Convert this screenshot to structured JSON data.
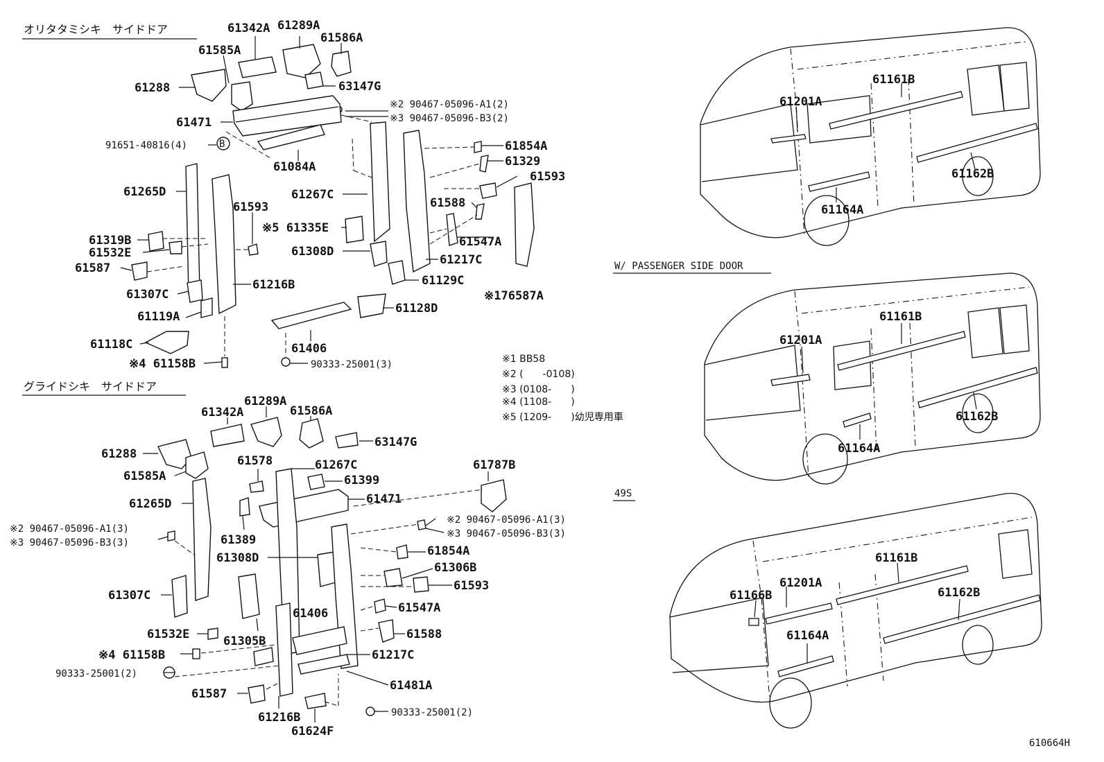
{
  "section_top_title": "オリタタミシキ　サイドドア",
  "section_bottom_title": "グライドシキ　サイドドア",
  "top_labels": [
    "61342A",
    "61289A",
    "61586A",
    "61585A",
    "61288",
    "63147G",
    "※2 90467-05096-A1(2)",
    "※3 90467-05096-B3(2)",
    "61471",
    "91651-40816(4)",
    "61084A",
    "61854A",
    "61329",
    "61593",
    "61267C",
    "61265D",
    "61593",
    "61588",
    "61319B",
    "61532E",
    "※5 61335E",
    "61547A",
    "61308D",
    "61587",
    "61217C",
    "61129C",
    "61307C",
    "61216B",
    "※176587A",
    "61119A",
    "61128D",
    "61406",
    "61118C",
    "※4 61158B",
    "90333-25001(3)"
  ],
  "bottom_labels": [
    "61289A",
    "61342A",
    "61586A",
    "61288",
    "63147G",
    "61585A",
    "61578",
    "61267C",
    "61399",
    "61787B",
    "61265D",
    "61471",
    "※2 90467-05096-A1(3)",
    "※3 90467-05096-B3(3)",
    "※2 90467-05096-A1(3)",
    "※3 90467-05096-B3(3)",
    "61389",
    "61308D",
    "61854A",
    "61306B",
    "61593",
    "61307C",
    "61406",
    "61547A",
    "61532E",
    "61305B",
    "61588",
    "※4 61158B",
    "61217C",
    "90333-25001(2)",
    "61481A",
    "61587",
    "61216B",
    "90333-25001(2)",
    "61624F"
  ],
  "bolt_marker": "B",
  "notes": [
    "※1 BB58",
    "※2 (　　-0108)",
    "※3 (0108-　　)",
    "※4 (1108-　　)",
    "※5 (1209-　　)幼児専用車"
  ],
  "van1_labels": [
    "61161B",
    "61201A",
    "61162B",
    "61164A"
  ],
  "van2_caption": "W/ PASSENGER SIDE DOOR",
  "van2_labels": [
    "61161B",
    "61201A",
    "61162B",
    "61164A"
  ],
  "code_49s": "49S",
  "van3_labels": [
    "61161B",
    "61201A",
    "61166B",
    "61162B",
    "61164A"
  ],
  "figure_code": "610664H"
}
